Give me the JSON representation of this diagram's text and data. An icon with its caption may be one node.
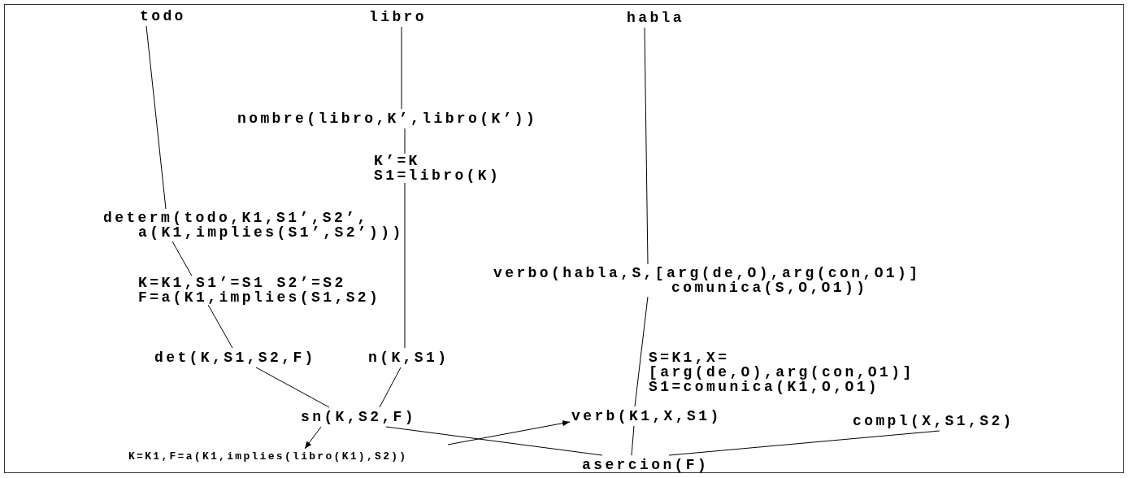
{
  "diagram": {
    "nodes": [
      {
        "text": [
          "todo"
        ]
      },
      {
        "text": [
          "libro"
        ]
      },
      {
        "text": [
          "habla"
        ]
      },
      {
        "text": [
          "nombre(libro,K’,libro(K’))"
        ]
      },
      {
        "text": [
          "determ(todo,K1,S1’,S2’, a(K1,implies(S1’,S2’)))"
        ]
      },
      {
        "text": [
          "verbo(habla,S,[arg(de,O),arg(con,O1)] comunica(S,O,O1))"
        ]
      },
      {
        "text": [
          "det(K,S1,S2,F)"
        ]
      },
      {
        "text": [
          "n(K,S1)"
        ]
      },
      {
        "text": [
          "sn(K,S2,F)"
        ]
      },
      {
        "text": [
          "verb(K1,X,S1)"
        ]
      },
      {
        "text": [
          "compl(X,S1,S2)"
        ]
      },
      {
        "text": [
          "K=K1,F=a(K1,implies(libro(K1),S2))"
        ]
      },
      {
        "text": [
          "asercion(F)"
        ]
      }
    ],
    "edges": [
      {
        "from": 0,
        "to": 4,
        "arrow": "none"
      },
      {
        "from": 1,
        "to": 3,
        "arrow": "none"
      },
      {
        "from": 2,
        "to": 5,
        "arrow": "none"
      },
      {
        "from": 3,
        "to": 7,
        "arrow": "none",
        "label": "K’=K S1=libro(K)"
      },
      {
        "from": 4,
        "to": 6,
        "arrow": "none",
        "label": "K=K1,S1’=S1 S2’=S2 F=a(K1,implies(S1,S2)"
      },
      {
        "from": 5,
        "to": 9,
        "arrow": "none",
        "label": "S=K1,X=[arg(de,O),arg(con,O1)] S1=comunica(K1,O,O1)"
      },
      {
        "from": 6,
        "to": 8,
        "arrow": "none"
      },
      {
        "from": 7,
        "to": 8,
        "arrow": "none"
      },
      {
        "from": 8,
        "to": 11,
        "arrow": "to"
      },
      {
        "from": 8,
        "to": 12,
        "arrow": "none"
      },
      {
        "from": 9,
        "to": 12,
        "arrow": "none"
      },
      {
        "from": 10,
        "to": 12,
        "arrow": "none"
      },
      {
        "from": null,
        "to": 9,
        "arrow": "to"
      }
    ]
  }
}
